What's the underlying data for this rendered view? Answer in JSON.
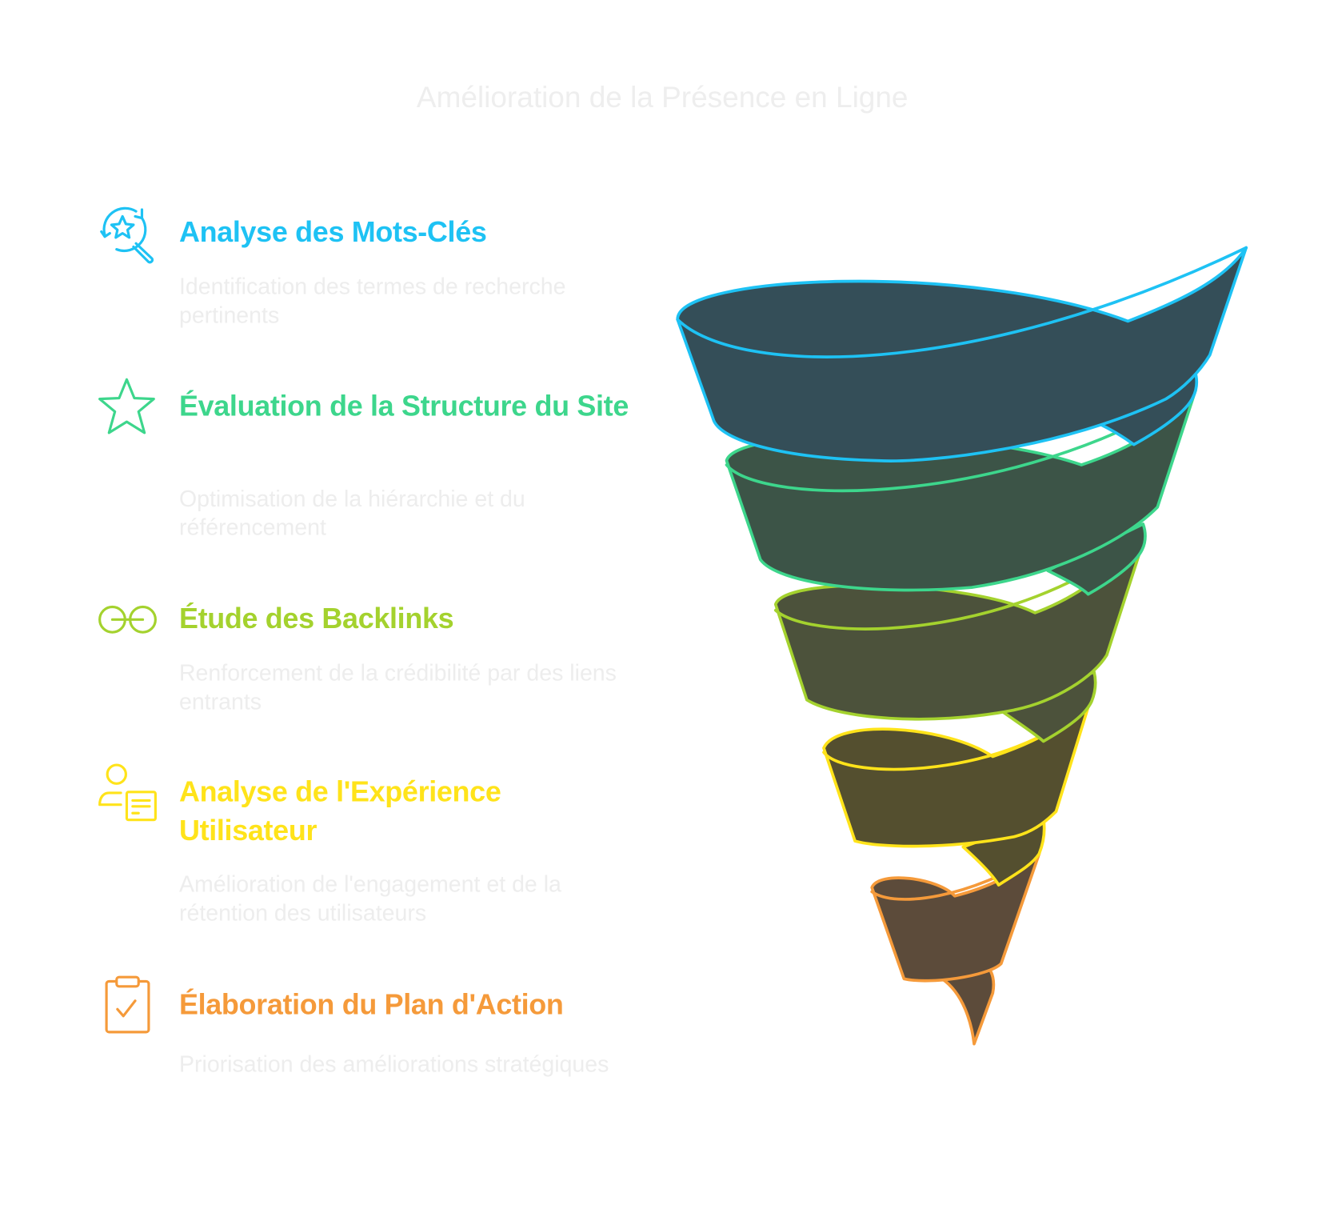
{
  "title": "Amélioration de la Présence en Ligne",
  "colors": {
    "step1": "#1EC2F4",
    "step2": "#3DD68C",
    "step3": "#A4D22E",
    "step4": "#FFE31A",
    "step5": "#F59A3A",
    "fill1": "#344E58",
    "fill2": "#3C5447",
    "fill3": "#4C523B",
    "fill4": "#544F2F",
    "fill5": "#5C4B3A"
  },
  "steps": [
    {
      "icon": "keyword-search-star-icon",
      "title": "Analyse des Mots-Clés",
      "description": "Identification des termes de recherche pertinents"
    },
    {
      "icon": "star-icon",
      "title": "Évaluation de la Structure du Site",
      "description": "Optimisation de la hiérarchie et du référencement"
    },
    {
      "icon": "link-icon",
      "title": "Étude des Backlinks",
      "description": "Renforcement de la crédibilité par des liens entrants"
    },
    {
      "icon": "user-document-icon",
      "title": "Analyse de l'Expérience Utilisateur",
      "description": "Amélioration de l'engagement et de la rétention des utilisateurs"
    },
    {
      "icon": "clipboard-check-icon",
      "title": "Élaboration du Plan d'Action",
      "description": "Priorisation des améliorations stratégiques"
    }
  ]
}
